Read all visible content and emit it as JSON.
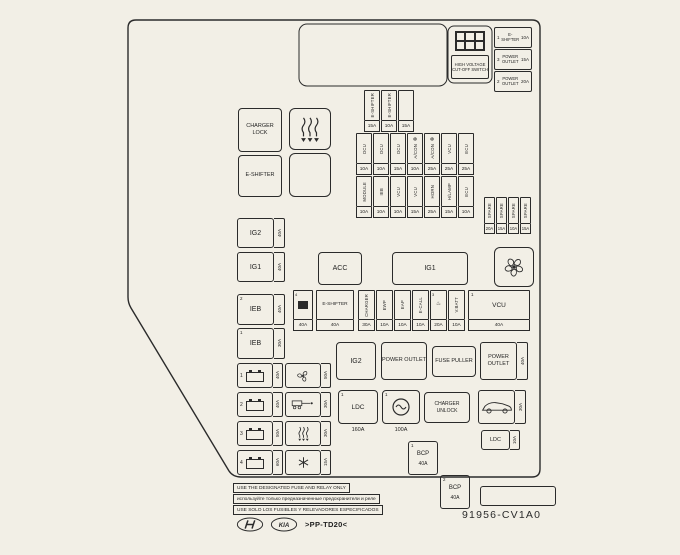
{
  "colors": {
    "background": "#f2efe6",
    "line": "#2b2b2b"
  },
  "hv_switch": {
    "label": "HIGH VOLTAGE CUT-OFF SWITCH"
  },
  "right_strip": [
    {
      "num": "1",
      "label": "E-SHIFTER",
      "amp": "10A"
    },
    {
      "num": "3",
      "label": "POWER OUTLET",
      "amp": "15A"
    },
    {
      "num": "2",
      "label": "POWER OUTLET",
      "amp": "20A"
    }
  ],
  "relay_boxes": {
    "charger_lock": "CHARGER LOCK",
    "e_shifter": "E-SHIFTER",
    "acc": "ACC",
    "ig1": "IG1"
  },
  "main_block": {
    "row1": [
      {
        "label": "E-SHIFTER",
        "amp": "15A"
      },
      {
        "label": "E-SHIFTER",
        "amp": "10A"
      },
      {
        "label": "",
        "amp": "15A"
      }
    ],
    "row2": [
      {
        "label": "DCU",
        "amp": "10A"
      },
      {
        "label": "DCU",
        "amp": "10A"
      },
      {
        "label": "DCU",
        "amp": "15A"
      },
      {
        "icon": "snowflake",
        "label": "A/CON",
        "amp": "10A"
      },
      {
        "icon": "snowflake",
        "label": "A/CON",
        "amp": "25A"
      },
      {
        "label": "VCU",
        "amp": "25A"
      },
      {
        "label": "ECU",
        "amp": "25A"
      }
    ],
    "row3": [
      {
        "label": "MODULE",
        "amp": "10A"
      },
      {
        "label": "IEB",
        "amp": "10A"
      },
      {
        "label": "VCU",
        "amp": "10A"
      },
      {
        "label": "VCU",
        "amp": "15A"
      },
      {
        "label": "HORN",
        "amp": "25A"
      },
      {
        "label": "H/LAMP",
        "amp": "15A"
      },
      {
        "label": "ECU",
        "amp": "10A"
      }
    ]
  },
  "spare_block": [
    {
      "label": "SPARE",
      "amp": "20A"
    },
    {
      "label": "SPARE",
      "amp": "15A"
    },
    {
      "label": "SPARE",
      "amp": "10A"
    },
    {
      "label": "SPARE",
      "amp": "15A"
    }
  ],
  "left_stack": [
    {
      "label": "IG2",
      "amp": "40A"
    },
    {
      "label": "IG1",
      "amp": "40A"
    },
    {
      "num": "2",
      "label": "IEB",
      "amp": "40A"
    },
    {
      "num": "1",
      "label": "IEB",
      "amp": "30A"
    }
  ],
  "mid_strip": {
    "lead": {
      "num": "4",
      "amp": "40A"
    },
    "e_shifter": {
      "label": "E-SHIFTER",
      "amp": "40A"
    },
    "cells": [
      {
        "label": "CHARGER",
        "amp": "30A"
      },
      {
        "label": "EWP",
        "amp": "10A"
      },
      {
        "label": "EAP",
        "amp": "10A"
      },
      {
        "label": "E-CALL",
        "amp": "10A"
      },
      {
        "num": "3",
        "icon": "heater",
        "amp": "20A"
      },
      {
        "label": "V.BATT",
        "amp": "10A"
      }
    ],
    "vcu": {
      "num": "1",
      "label": "VCU",
      "amp": "40A"
    }
  },
  "bottom_mid": {
    "ig2": "IG2",
    "power_outlet_relay": "POWER OUTLET",
    "fuse_puller": "FUSE PULLER",
    "power_outlet_fuse": {
      "label": "POWER OUTLET",
      "amp": "40A"
    },
    "ldc": {
      "num": "1",
      "label": "LDC",
      "amp": "160A"
    },
    "main_fuse": {
      "num": "1",
      "amp": "100A"
    },
    "charger_unlock": "CHARGER UNLOCK",
    "vehicle_fuse": {
      "amp": "30A"
    },
    "ldc_small": {
      "label": "LDC",
      "amp": "10A"
    },
    "bcp": [
      {
        "num": "1",
        "label": "BCP",
        "amp": "40A"
      },
      {
        "num": "2",
        "label": "BCP",
        "amp": "40A"
      }
    ]
  },
  "battery_rows": [
    {
      "num": "1",
      "amp": "40A",
      "side_amp": "50A"
    },
    {
      "num": "2",
      "amp": "40A",
      "side_amp": "30A"
    },
    {
      "num": "3",
      "amp": "50A",
      "side_amp": "30A"
    },
    {
      "num": "4",
      "amp": "60A",
      "side_amp": "15A"
    }
  ],
  "notes": [
    "USE THE DESIGNATED FUSE AND RELAY ONLY",
    "используйте только предназначенные предохранители и реле",
    "USE SOLO LOS FUSIBLES Y RELEVADORES ESPECIFICADOS"
  ],
  "part_label": {
    "part_number": "91956-CV1A0",
    "material_code": ">PP-TD20<"
  },
  "logos": {
    "kia": "KIA"
  }
}
